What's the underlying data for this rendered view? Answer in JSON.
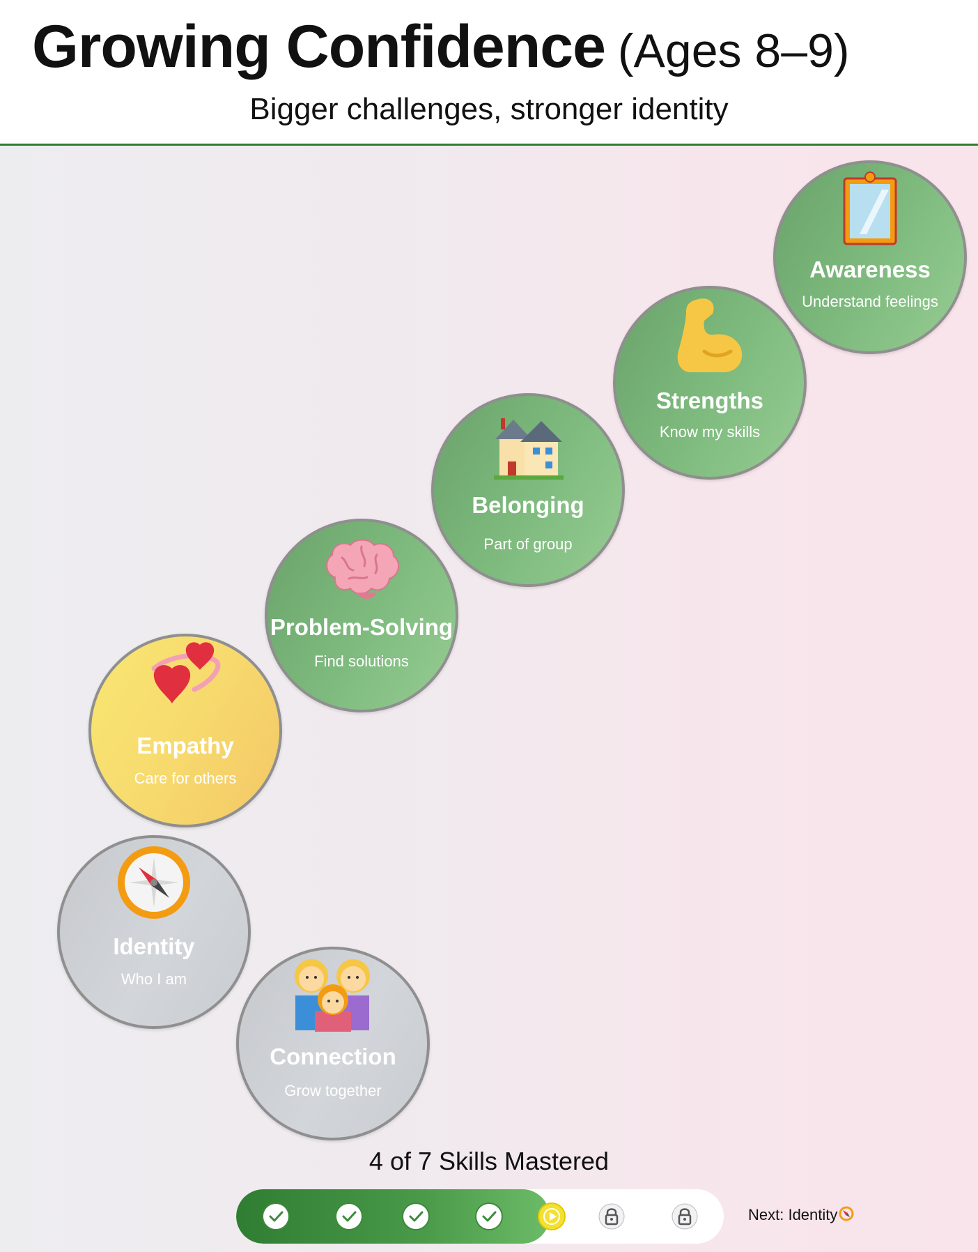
{
  "header": {
    "title": "Growing Confidence",
    "age_range": "(Ages 8–9)",
    "subtitle": "Bigger challenges, stronger identity"
  },
  "colors": {
    "mastered": "#7fbb7f",
    "current": "#f7da6e",
    "locked": "#d2d6da",
    "accent_line": "#2f7d32"
  },
  "skills": [
    {
      "label": "Awareness",
      "desc": "Understand feelings",
      "icon": "mirror-icon",
      "status": "mastered"
    },
    {
      "label": "Strengths",
      "desc": "Know my skills",
      "icon": "flexed-biceps-icon",
      "status": "mastered"
    },
    {
      "label": "Belonging",
      "desc": "Part of group",
      "icon": "houses-icon",
      "status": "mastered"
    },
    {
      "label": "Problem-Solving",
      "desc": "Find solutions",
      "icon": "brain-icon",
      "status": "mastered"
    },
    {
      "label": "Empathy",
      "desc": "Care for others",
      "icon": "revolving-hearts-icon",
      "status": "current"
    },
    {
      "label": "Identity",
      "desc": "Who I am",
      "icon": "compass-icon",
      "status": "locked"
    },
    {
      "label": "Connection",
      "desc": "Grow together",
      "icon": "family-icon",
      "status": "locked"
    }
  ],
  "progress": {
    "label": "4 of 7 Skills Mastered",
    "mastered": 4,
    "total": 7,
    "steps": [
      "done",
      "done",
      "done",
      "done",
      "active",
      "locked",
      "locked"
    ],
    "next_label": "Next: Identity",
    "next_icon": "compass-icon"
  }
}
